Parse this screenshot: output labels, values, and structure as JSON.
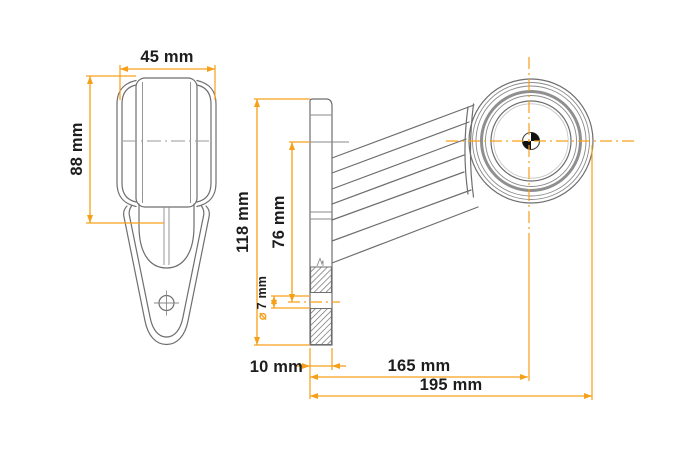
{
  "drawing": {
    "kind": "technical-drawing-marker-lamp",
    "views": {
      "front": {
        "width": "45 mm",
        "height": "88 mm"
      },
      "side": {
        "overall_height": "118 mm",
        "hole_center_height": "76 mm",
        "hole_diameter_symbol": "⌀",
        "hole_diameter": "7 mm",
        "plate_thickness": "10 mm",
        "reach_to_lamp_center": "165 mm",
        "overall_length": "195 mm"
      }
    },
    "colors": {
      "dimension_accent": "#f6a01a",
      "part_line": "#6e6e6e",
      "label_text": "#1d1d1d"
    }
  }
}
